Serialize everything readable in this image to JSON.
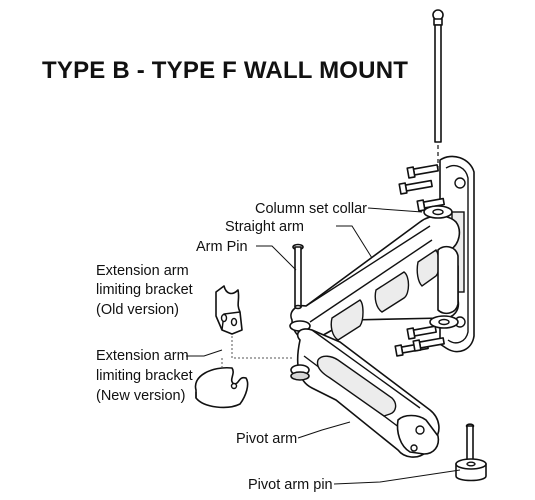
{
  "title": "TYPE B - TYPE F WALL MOUNT",
  "labels": {
    "column_set_collar": "Column set collar",
    "straight_arm": "Straight arm",
    "arm_pin": "Arm Pin",
    "ext_old_1": "Extension arm",
    "ext_old_2": "limiting bracket",
    "ext_old_3": "(Old version)",
    "ext_new_1": "Extension arm",
    "ext_new_2": "limiting bracket",
    "ext_new_3": "(New version)",
    "pivot_arm": "Pivot arm",
    "pivot_arm_pin": "Pivot arm pin"
  }
}
